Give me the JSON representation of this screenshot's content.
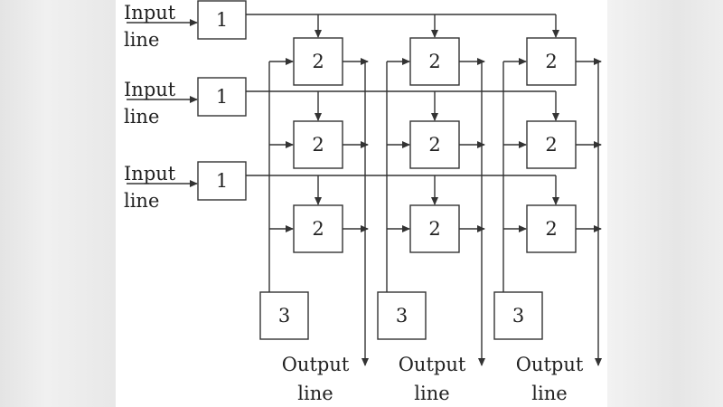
{
  "diagram": {
    "input_label_line1": "Input",
    "input_label_line2": "line",
    "output_label_line1": "Output",
    "output_label_line2": "line",
    "input_box_label": "1",
    "crosspoint_box_label": "2",
    "output_box_label": "3",
    "rows": 3,
    "columns": 3
  },
  "colors": {
    "stroke": "#333333",
    "background": "#ffffff",
    "page_side": "#ececec"
  }
}
